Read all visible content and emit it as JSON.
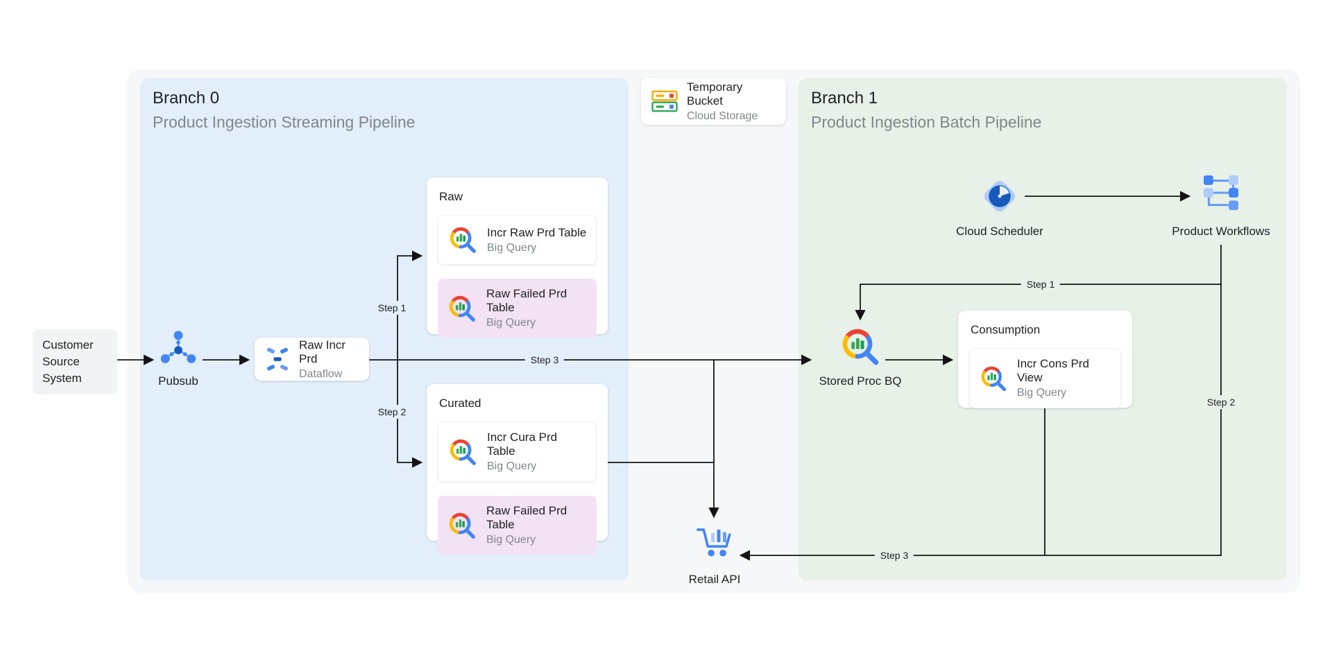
{
  "diagram": {
    "branch0": {
      "title": "Branch 0",
      "subtitle": "Product Ingestion Streaming Pipeline"
    },
    "branch1": {
      "title": "Branch 1",
      "subtitle": "Product Ingestion Batch Pipeline"
    },
    "temporary_bucket": {
      "title": "Temporary Bucket",
      "subtitle": "Cloud Storage"
    },
    "customer_source": {
      "label": "Customer\nSource\nSystem"
    },
    "pubsub": {
      "label": "Pubsub"
    },
    "dataflow": {
      "title": "Raw Incr Prd",
      "subtitle": "Dataflow"
    },
    "raw_group": {
      "title": "Raw",
      "rows": [
        {
          "title": "Incr Raw Prd Table",
          "subtitle": "Big Query"
        },
        {
          "title": "Raw Failed Prd Table",
          "subtitle": "Big Query"
        }
      ]
    },
    "curated_group": {
      "title": "Curated",
      "rows": [
        {
          "title": "Incr Cura Prd Table",
          "subtitle": "Big Query"
        },
        {
          "title": "Raw Failed Prd Table",
          "subtitle": "Big Query"
        }
      ]
    },
    "stored_proc_bq": {
      "label": "Stored Proc BQ"
    },
    "consumption": {
      "title": "Consumption",
      "row": {
        "title": "Incr Cons Prd View",
        "subtitle": "Big Query"
      }
    },
    "cloud_scheduler": {
      "label": "Cloud Scheduler"
    },
    "product_workflows": {
      "label": "Product Workflows"
    },
    "retail_api": {
      "label": "Retail API"
    },
    "steps_left": {
      "step1": "Step 1",
      "step2": "Step 2",
      "step3": "Step 3"
    },
    "steps_right": {
      "step1": "Step 1",
      "step2": "Step 2",
      "step3": "Step 3"
    }
  },
  "colors": {
    "branch0_bg": "#E2EEFA",
    "branch1_bg": "#E7F1E7",
    "outer_bg": "#F6F7F8",
    "highlight_row_bg": "#F3E2F4",
    "google_blue": "#4285F4",
    "google_red": "#EA4335",
    "google_yellow": "#FBBC04",
    "google_green": "#34A853",
    "text_primary": "#202124",
    "text_secondary": "#80868B"
  }
}
